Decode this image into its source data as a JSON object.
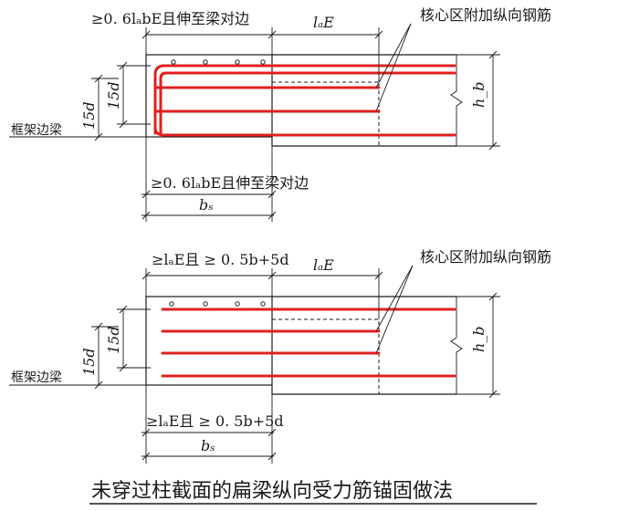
{
  "colors": {
    "rebar": "#e02020",
    "line": "#1a1a1a",
    "background": "#ffffff"
  },
  "top": {
    "dim_top_left": "≥0. 6lₐbE且伸至梁对边",
    "dim_top_right": "lₐE",
    "callout": "核心区附加纵向钢筋",
    "dim_15d_inner": "15d",
    "dim_15d_outer": "15d",
    "edge_beam": "框架边梁",
    "dim_bottom": "≥0. 6lₐbE且伸至梁对边",
    "bs": "bₛ",
    "hb": "h_b"
  },
  "bottom": {
    "dim_top_left": "≥lₐE且 ≥ 0. 5b+5d",
    "dim_top_right": "lₐE",
    "callout": "核心区附加纵向钢筋",
    "dim_15d_inner": "15d",
    "dim_15d_outer": "15d",
    "edge_beam": "框架边梁",
    "dim_bottom": "≥lₐE且 ≥ 0. 5b+5d",
    "bs": "bₛ",
    "hb": "h_b"
  },
  "caption": "未穿过柱截面的扁梁纵向受力筋锚固做法"
}
